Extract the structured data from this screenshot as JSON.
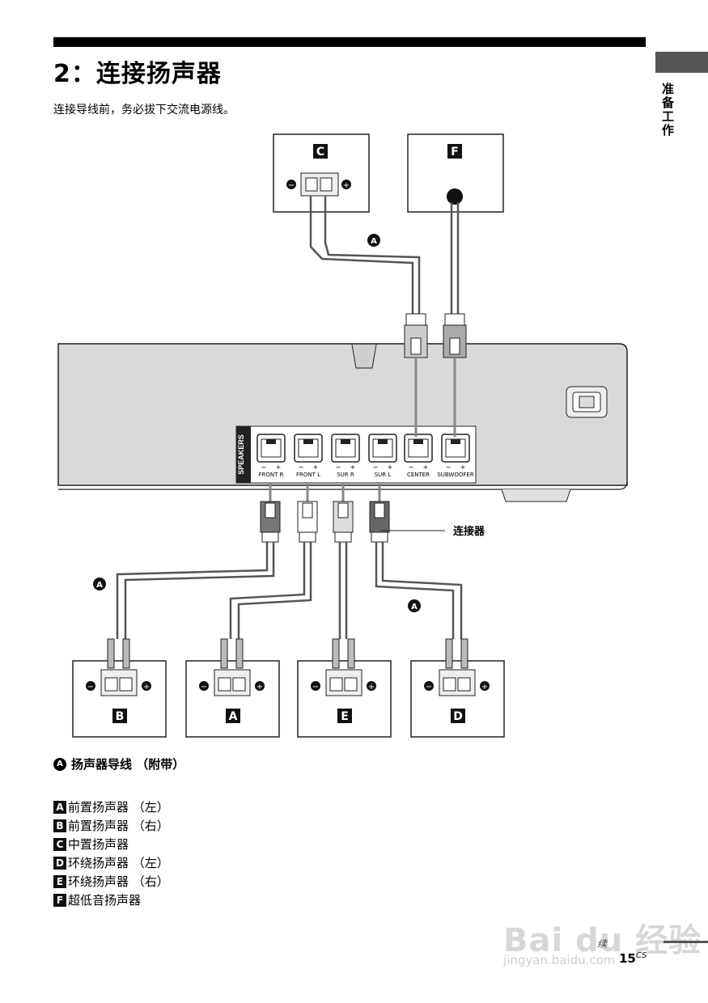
{
  "header": {
    "title": "2：连接扬声器",
    "intro": "连接导线前，务必拔下交流电源线。",
    "side_label": "准备工作"
  },
  "diagram": {
    "panel_label": "SPEAKERS",
    "jacks": [
      {
        "label": "FRONT R"
      },
      {
        "label": "FRONT L"
      },
      {
        "label": "SUR R"
      },
      {
        "label": "SUR L"
      },
      {
        "label": "CENTER"
      },
      {
        "label": "SUBWOOFER"
      }
    ],
    "jack_minus": "−",
    "jack_plus": "+",
    "connector_callout": "连接器",
    "cable_badge": "A",
    "speaker_boxes": [
      {
        "letter": "C"
      },
      {
        "letter": "F"
      },
      {
        "letter": "B"
      },
      {
        "letter": "A"
      },
      {
        "letter": "E"
      },
      {
        "letter": "D"
      }
    ]
  },
  "cable_caption": {
    "badge": "A",
    "text": "扬声器导线 （附带）"
  },
  "legend": [
    {
      "letter": "A",
      "text": "前置扬声器 （左）"
    },
    {
      "letter": "B",
      "text": "前置扬声器 （右）"
    },
    {
      "letter": "C",
      "text": "中置扬声器"
    },
    {
      "letter": "D",
      "text": "环绕扬声器 （左）"
    },
    {
      "letter": "E",
      "text": "环绕扬声器 （右）"
    },
    {
      "letter": "F",
      "text": "超低音扬声器"
    }
  ],
  "footer": {
    "page_number": "15",
    "page_suffix": "CS",
    "watermark_main": "Bai du 经验",
    "watermark_url": "jingyan.baidu.com",
    "watermark_small": "续"
  }
}
